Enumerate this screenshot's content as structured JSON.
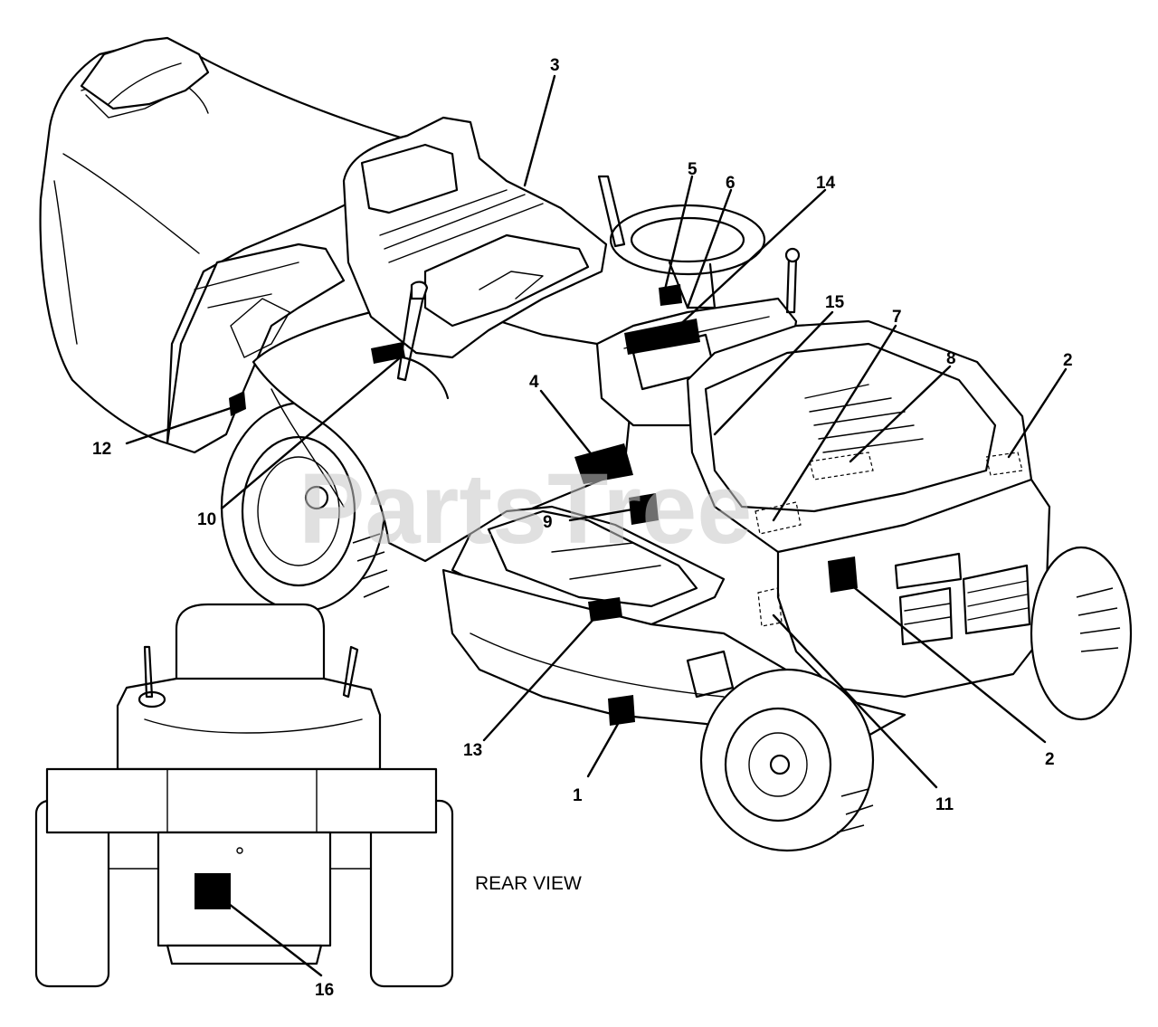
{
  "watermark": "PartsTree",
  "view_label": "REAR VIEW",
  "callouts": [
    "3",
    "5",
    "6",
    "14",
    "15",
    "7",
    "8",
    "2",
    "4",
    "12",
    "10",
    "9",
    "13",
    "1",
    "2",
    "11",
    "16"
  ]
}
